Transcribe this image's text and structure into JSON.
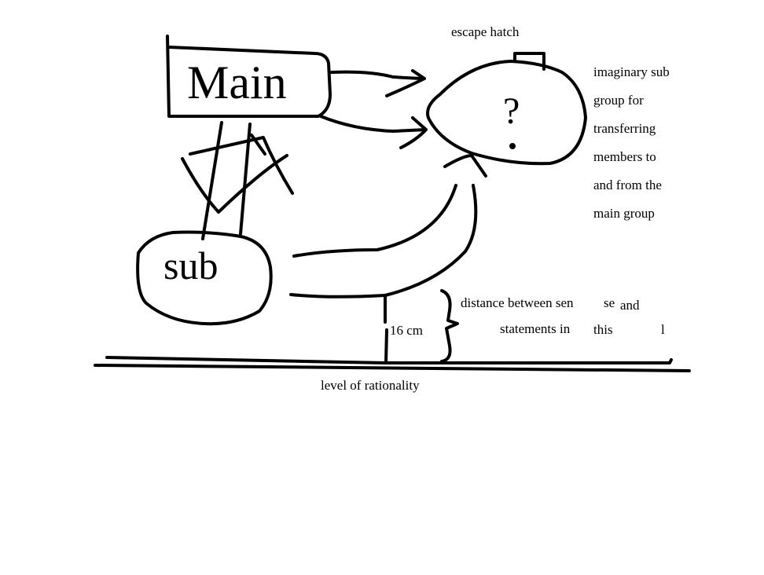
{
  "labels": {
    "main": "Main",
    "sub": "sub",
    "question": "?",
    "escape_hatch": "escape hatch",
    "side_note": [
      "imaginary sub",
      "group for",
      "transferring",
      "members to",
      "and from the",
      "main group"
    ],
    "distance_line1_a": "distance between sen",
    "distance_line1_b": "se",
    "distance_line1_c": "and",
    "distance_line2_a": "statements in",
    "distance_line2_b": "this",
    "tick_mark": "l",
    "measure": "16 cm",
    "baseline": "level of rationality"
  },
  "colors": {
    "ink": "#000000",
    "background": "#ffffff"
  }
}
